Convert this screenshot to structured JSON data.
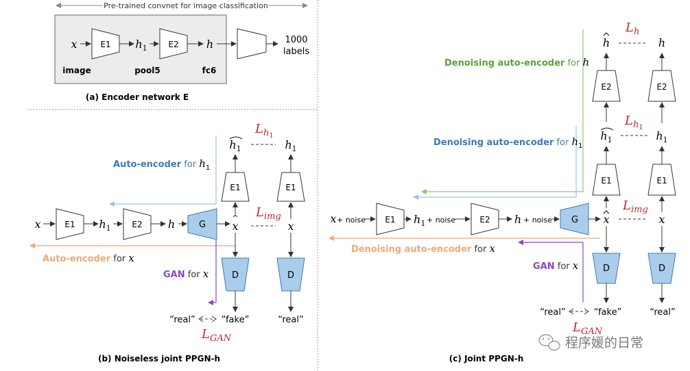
{
  "colors": {
    "blue": "#3d7ab8",
    "orange": "#f0a878",
    "green": "#5aa03c",
    "purple": "#8a46c8",
    "red": "#c0282d",
    "gen_fill": "#a9cdea",
    "panel_fill": "#ececec"
  },
  "panel_a": {
    "header": "Pre-trained convnet for image classification",
    "x": "x",
    "e1": "E1",
    "h1": "h",
    "h1_sub": "1",
    "e2": "E2",
    "h": "h",
    "out_1000": "1000",
    "out_labels": "labels",
    "lbl_image": "image",
    "lbl_pool5": "pool5",
    "lbl_fc6": "fc6",
    "caption": "(a) Encoder network E"
  },
  "panel_b": {
    "x": "x",
    "e1": "E1",
    "h1": "h",
    "h1_sub": "1",
    "e2": "E2",
    "h": "h",
    "g": "G",
    "xhat": "x",
    "xhat_hat": "^",
    "x_right": "x",
    "top_e1_left": "E1",
    "top_e1_right": "E1",
    "h1hat": "h",
    "h1hat_sub": "1",
    "h1_right": "h",
    "h1_right_sub": "1",
    "loss_h1": "L",
    "loss_h1_sub": "h",
    "loss_h1_subsub": "1",
    "loss_img": "L",
    "loss_img_sub": "img",
    "d_left": "D",
    "d_right": "D",
    "ae_h1_name": "Auto-encoder",
    "ae_h1_for": " for ",
    "ae_h1_var": "h",
    "ae_h1_var_sub": "1",
    "ae_x_name": "Auto-encoder",
    "ae_x_for": " for ",
    "ae_x_var": "x",
    "gan_name": "GAN",
    "gan_for": " for ",
    "gan_var": "x",
    "real_left": "“real”",
    "fake": "“fake”",
    "real_right": "“real”",
    "loss_gan": "L",
    "loss_gan_sub": "GAN",
    "caption": "(b) Noiseless joint PPGN-h"
  },
  "panel_c": {
    "x": "x",
    "x_noise": "+ noise",
    "e1": "E1",
    "h1": "h",
    "h1_sub": "1",
    "h1_noise": "+ noise",
    "e2": "E2",
    "h": "h",
    "h_noise": "+ noise",
    "g": "G",
    "xhat": "x",
    "x_right": "x",
    "mid_e1_left": "E1",
    "mid_e1_right": "E1",
    "h1hat": "h",
    "h1hat_sub": "1",
    "h1_right": "h",
    "h1_right_sub": "1",
    "top_e2_left": "E2",
    "top_e2_right": "E2",
    "hhat": "h",
    "h_right": "h",
    "loss_h": "L",
    "loss_h_sub": "h",
    "loss_h1": "L",
    "loss_h1_sub": "h",
    "loss_h1_subsub": "1",
    "loss_img": "L",
    "loss_img_sub": "img",
    "d_left": "D",
    "d_right": "D",
    "dae_h_name": "Denoising auto-encoder",
    "dae_h_for": " for ",
    "dae_h_var": "h",
    "dae_h1_name": "Denoising auto-encoder",
    "dae_h1_for": " for ",
    "dae_h1_var": "h",
    "dae_h1_var_sub": "1",
    "dae_x_name": "Denoising auto-encoder",
    "dae_x_for": " for ",
    "dae_x_var": "x",
    "gan_name": "GAN",
    "gan_for": " for ",
    "gan_var": "x",
    "real_left": "“real”",
    "fake": "“fake”",
    "real_right": "“real”",
    "loss_gan": "L",
    "loss_gan_sub": "GAN",
    "caption": "(c) Joint PPGN-h"
  },
  "watermark": {
    "icon": "wechat-icon",
    "text": "程序媛的日常"
  }
}
